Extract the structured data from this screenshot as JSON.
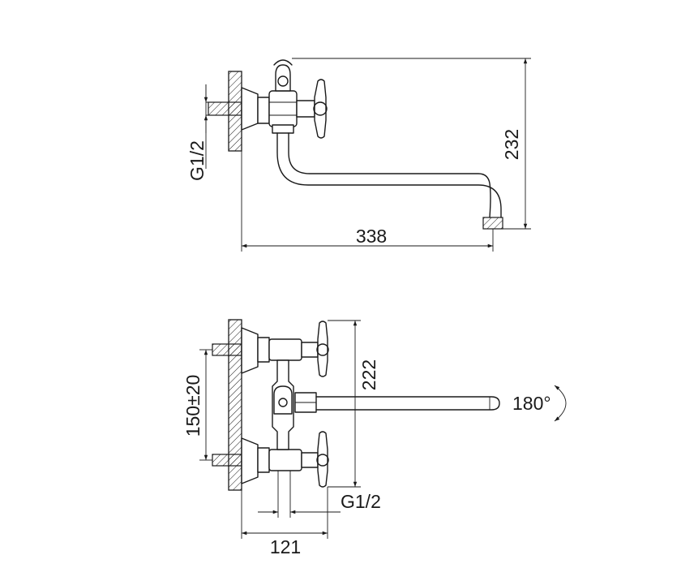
{
  "top_view": {
    "thread_label": "G1/2",
    "height_label": "232",
    "width_label": "338"
  },
  "front_view": {
    "spacing_label": "150±20",
    "height_label": "222",
    "rotation_label": "180°",
    "thread_label": "G1/2",
    "width_label": "121"
  }
}
